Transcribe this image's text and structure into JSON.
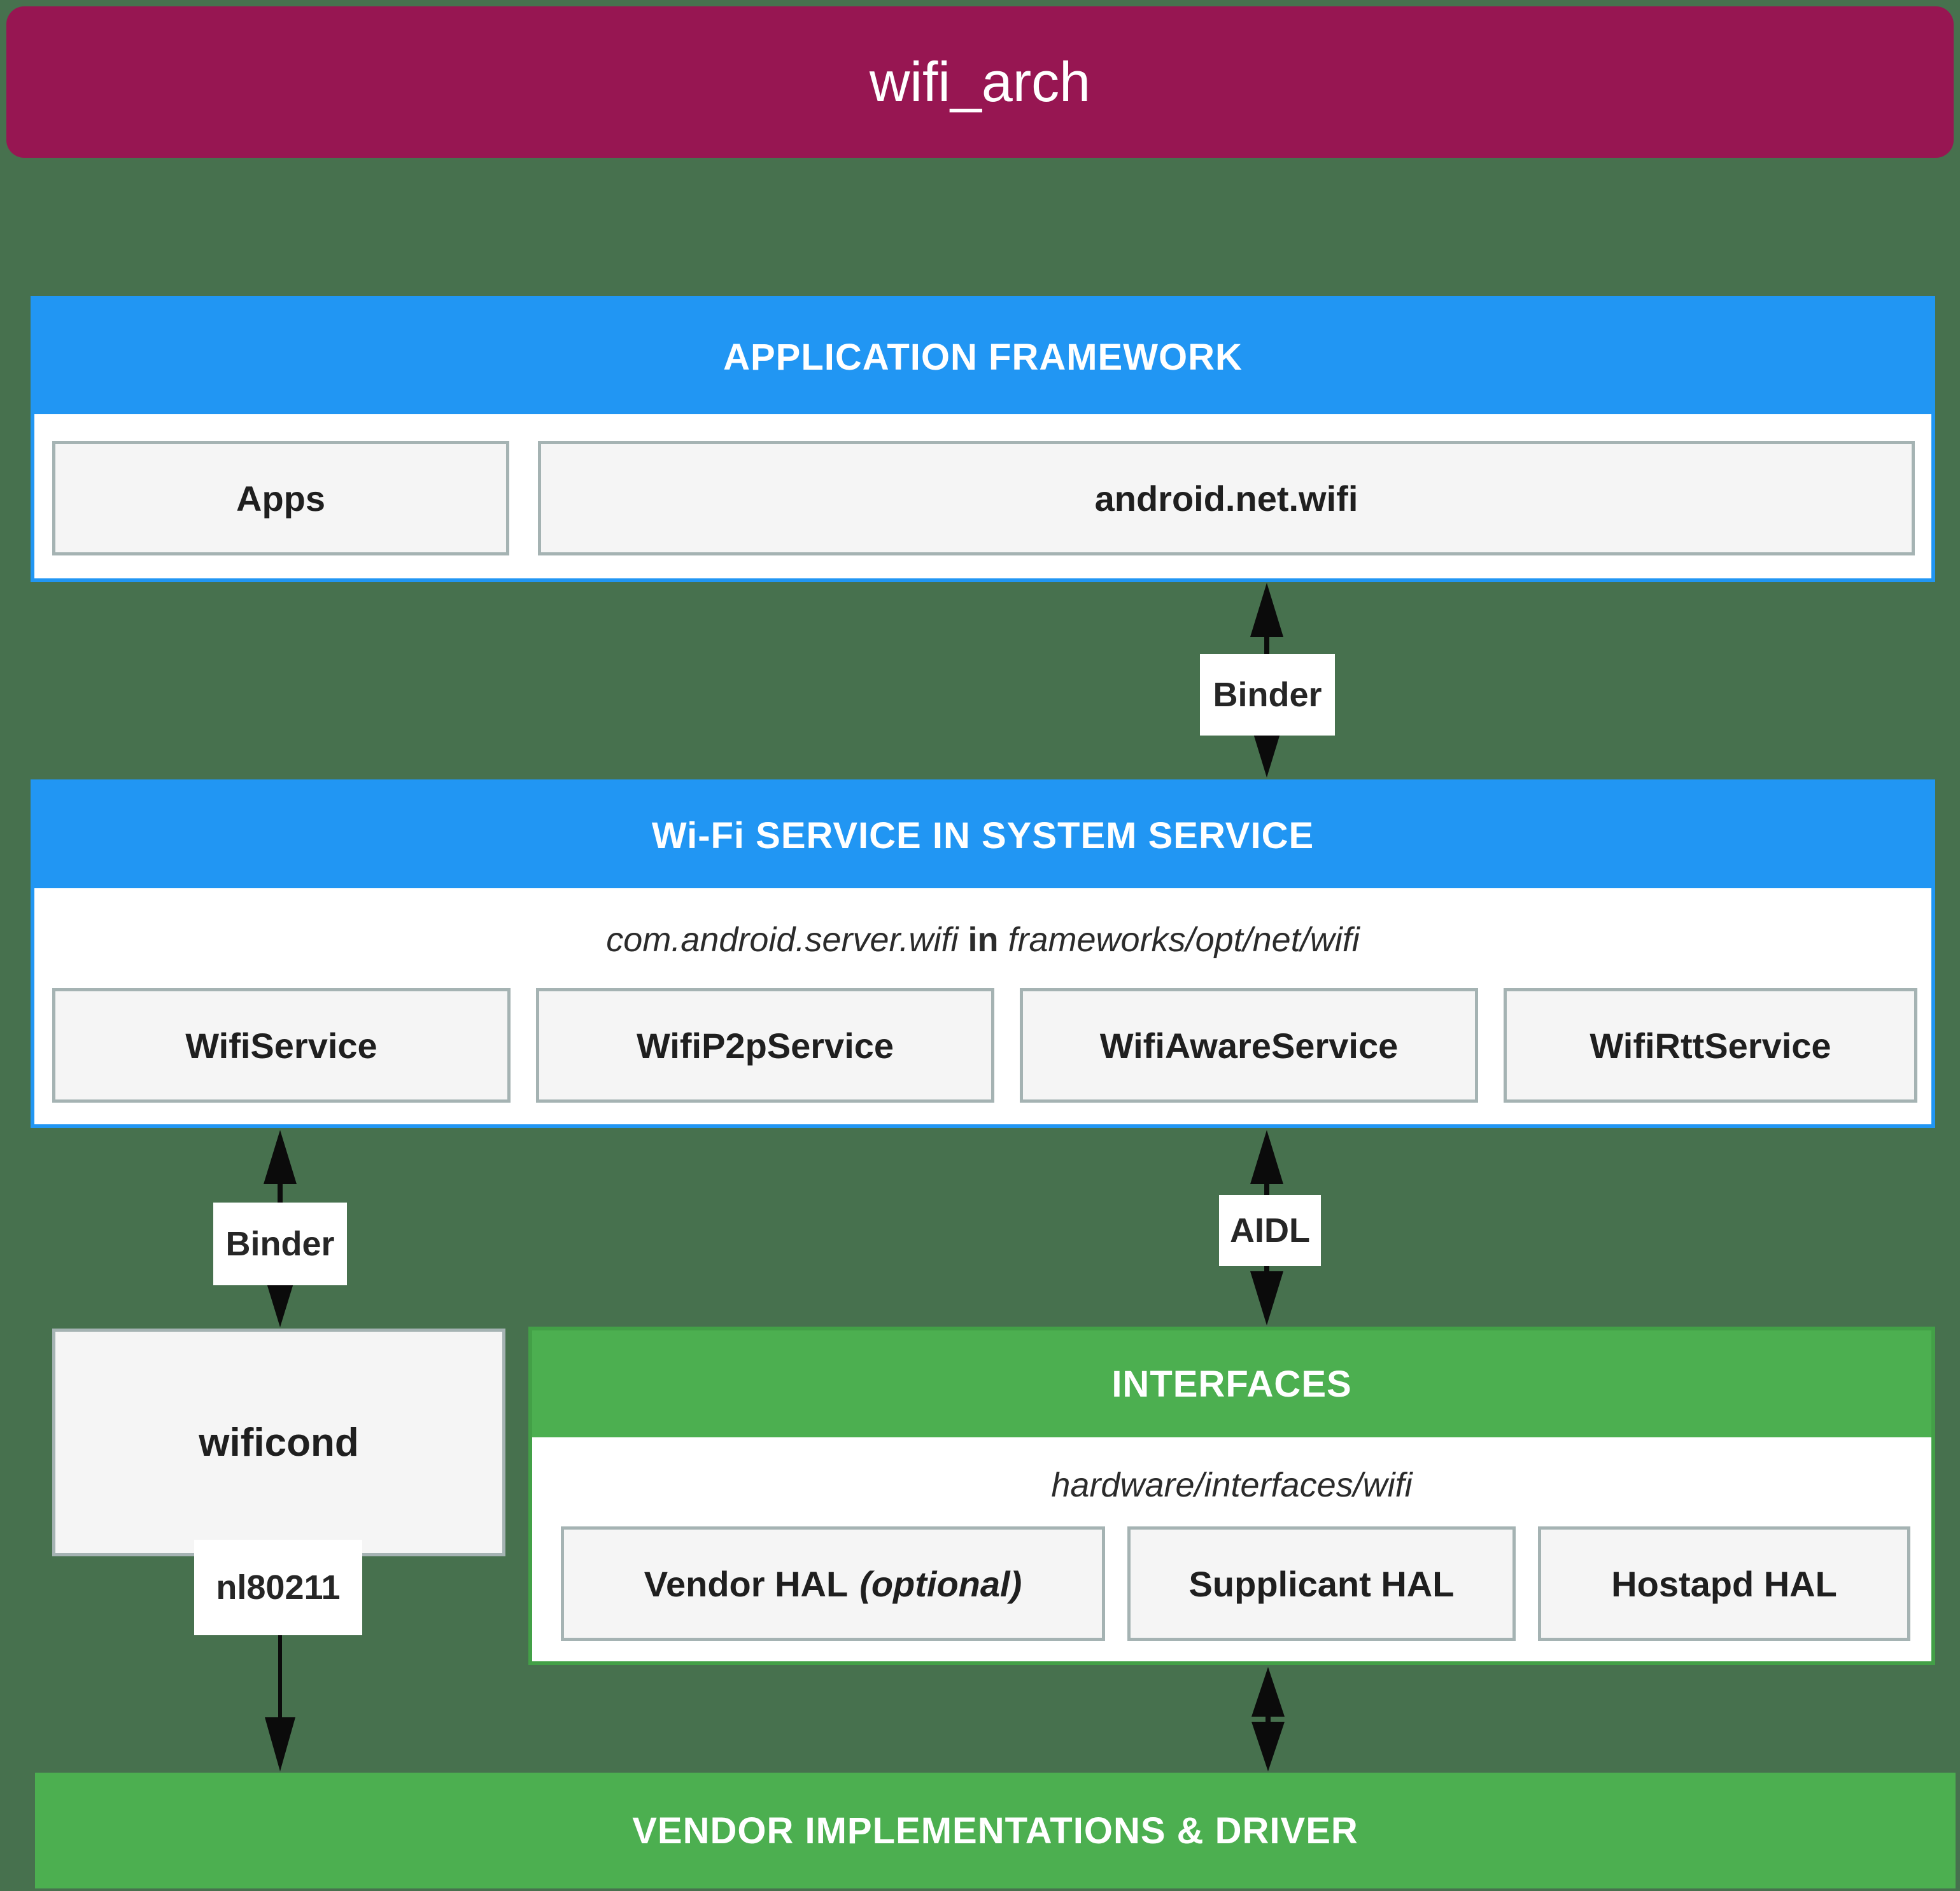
{
  "title": "wifi_arch",
  "colors": {
    "title_bar": "#971652",
    "background": "#47714E",
    "blue_header": "#2196F3",
    "green_header": "#4CAF50",
    "box_fill": "#F5F5F5",
    "box_border": "#A5B3B3",
    "arrow": "#0B0B0B"
  },
  "app_framework": {
    "header": "APPLICATION FRAMEWORK",
    "boxes": [
      "Apps",
      "android.net.wifi"
    ]
  },
  "binder_top": {
    "label": "Binder"
  },
  "wifi_service": {
    "header": "Wi-Fi SERVICE IN SYSTEM SERVICE",
    "path_italic_1": "com.android.server.wifi",
    "path_conj": "in",
    "path_italic_2": "frameworks/opt/net/wifi",
    "boxes": [
      "WifiService",
      "WifiP2pService",
      "WifiAwareService",
      "WifiRttService"
    ]
  },
  "binder_left": {
    "label": "Binder"
  },
  "aidl": {
    "label": "AIDL"
  },
  "wificond": {
    "label": "wificond"
  },
  "nl80211": {
    "label": "nl80211"
  },
  "interfaces": {
    "header": "INTERFACES",
    "path": "hardware/interfaces/wifi",
    "vendor_hal_main": "Vendor HAL",
    "vendor_hal_optional": "(optional)",
    "boxes": [
      "Supplicant HAL",
      "Hostapd HAL"
    ]
  },
  "vendor_bar": {
    "label": "VENDOR IMPLEMENTATIONS & DRIVER"
  }
}
